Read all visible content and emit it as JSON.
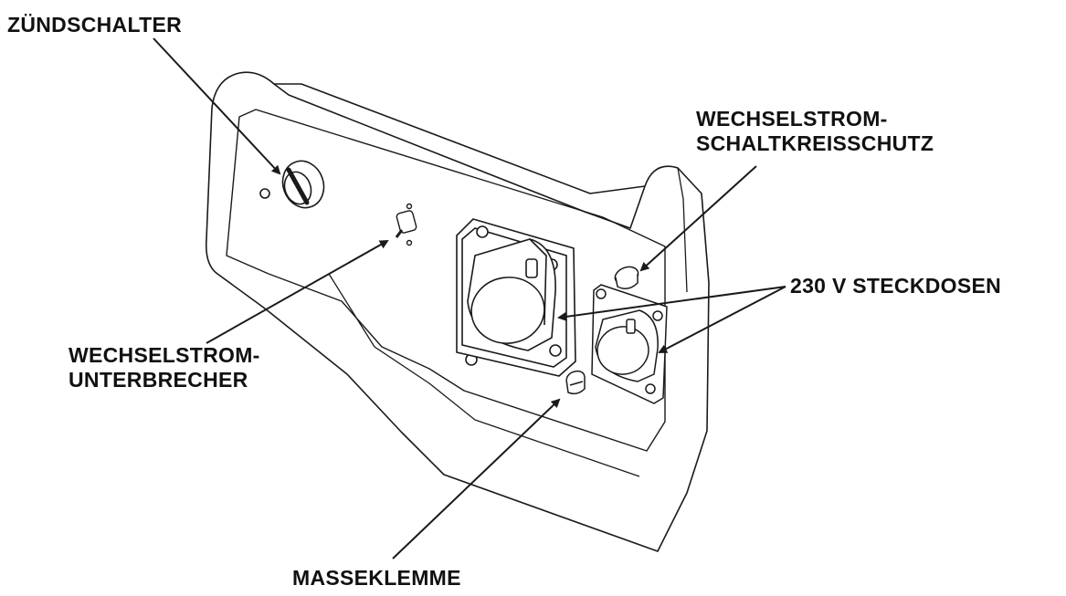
{
  "diagram": {
    "labels": {
      "ignition_switch": "ZÜNDSCHALTER",
      "ac_breaker_line1": "WECHSELSTROM-",
      "ac_breaker_line2": "UNTERBRECHER",
      "ac_circuit_protector_line1": "WECHSELSTROM-",
      "ac_circuit_protector_line2": "SCHALTKREISSCHUTZ",
      "sockets_230v": "230 V STECKDOSEN",
      "ground_terminal": "MASSEKLEMME"
    },
    "colors": {
      "line": "#1a1a1a",
      "fill": "#ffffff",
      "background": "#ffffff"
    }
  }
}
